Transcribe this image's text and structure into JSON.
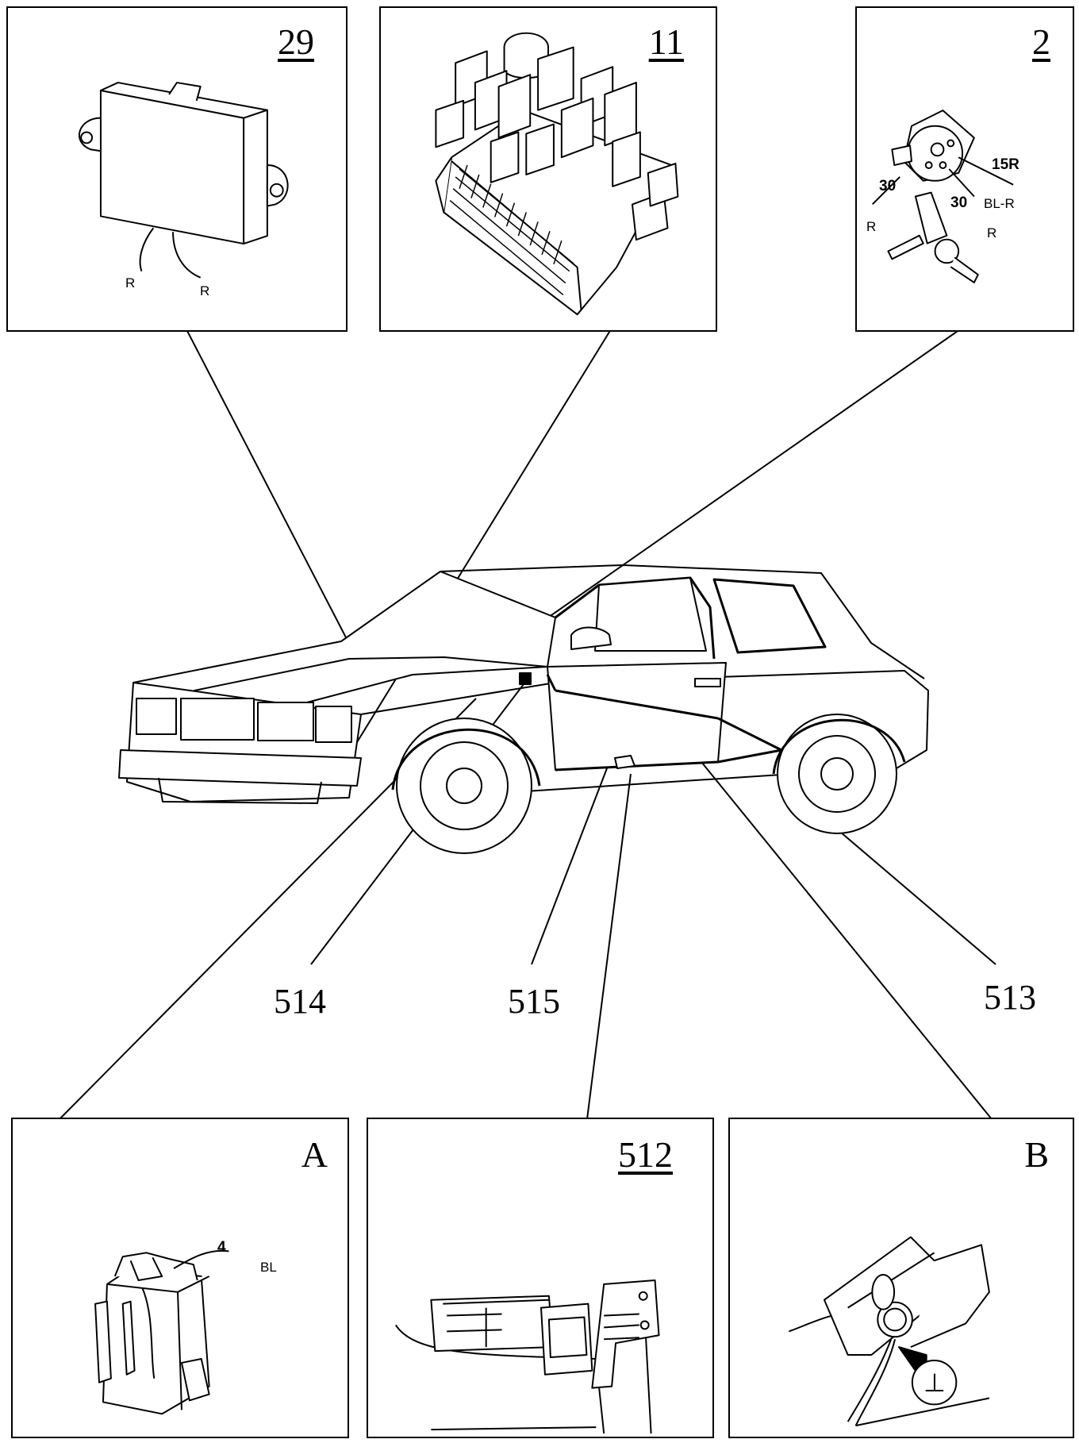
{
  "panels": {
    "p29": {
      "label": "29",
      "wires": [
        "R",
        "R"
      ]
    },
    "p11": {
      "label": "11"
    },
    "p2": {
      "label": "2",
      "terminals": [
        "15R",
        "30",
        "30"
      ],
      "wires": [
        "R",
        "BL-R",
        "R"
      ]
    },
    "pA": {
      "label": "A",
      "pin": "4",
      "wire": "BL"
    },
    "p512": {
      "label": "512"
    },
    "pB": {
      "label": "B",
      "ground_symbol": "⊥"
    }
  },
  "callouts": [
    "514",
    "515",
    "513"
  ]
}
